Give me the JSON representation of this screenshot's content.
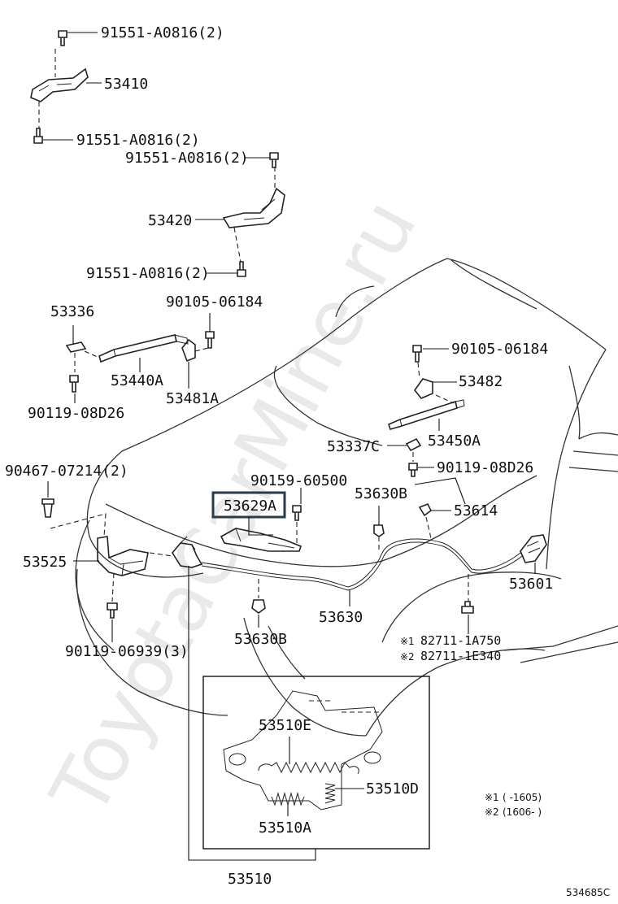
{
  "watermark": "ToyotaCarMine.ru",
  "labels": {
    "bolt_top_1": "91551-A0816(2)",
    "hinge_left": "53410",
    "bolt_top_2": "91551-A0816(2)",
    "bolt_top_3": "91551-A0816(2)",
    "hinge_right": "53420",
    "bolt_top_4": "91551-A0816(2)",
    "stay_clip_left": "53336",
    "bolt_90105_left": "90105-06184",
    "stay_left": "53440A",
    "bracket_left": "53481A",
    "bolt_90119_left": "90119-08D26",
    "bolt_90105_right": "90105-06184",
    "bracket_right": "53482",
    "stay_clip_right": "53337C",
    "stay_right": "53450A",
    "bolt_90119_right": "90119-08D26",
    "clip_90467": "90467-07214(2)",
    "bolt_90159": "90159-60500",
    "lock_bracket": "53629A",
    "clamp_top": "53630B",
    "clamp_right": "53614",
    "support": "53525",
    "cable": "53630",
    "handle": "53601",
    "clamp_bottom": "53630B",
    "bolt_90119_bottom": "90119-06939(3)",
    "wire_1_mark": "※1",
    "wire_1": "82711-1A750",
    "wire_2_mark": "※2",
    "wire_2": "82711-1E340",
    "spring_e": "53510E",
    "spring_d": "53510D",
    "spring_a": "53510A",
    "lock_assy": "53510",
    "note_1_mark": "※1",
    "note_1_range": "(      -1605)",
    "note_2_mark": "※2",
    "note_2_range": "(1606-      )",
    "diagram_code": "534685C"
  }
}
